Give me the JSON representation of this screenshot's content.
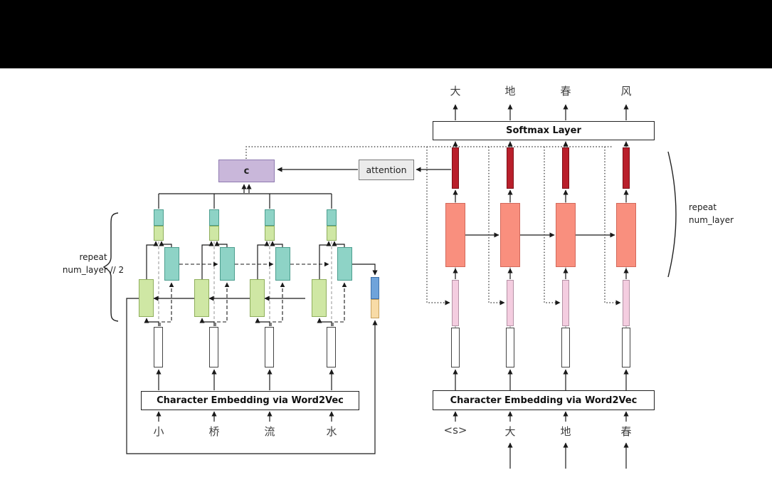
{
  "encoder": {
    "input_chars": [
      "小",
      "桥",
      "流",
      "水"
    ],
    "embedding_label": "Character Embedding via Word2Vec",
    "repeat_label": [
      "repeat",
      "num_layer // 2"
    ],
    "context_label": "c",
    "attention_label": "attention"
  },
  "decoder": {
    "output_chars": [
      "大",
      "地",
      "春",
      "风"
    ],
    "input_chars": [
      "<s>",
      "大",
      "地",
      "春"
    ],
    "softmax_label": "Softmax Layer",
    "embedding_label": "Character Embedding via Word2Vec",
    "repeat_label": [
      "repeat",
      "num_layer"
    ]
  },
  "colors": {
    "encoder_forward_cell": "#cfe7a4",
    "encoder_backward_cell": "#8ed3c6",
    "decoder_cell": "#f98f7e",
    "decoder_output_state": "#b91f2b",
    "decoder_input_vector": "#f4cde0",
    "context_vector": "#c9b7da",
    "attention_box": "#ebebeb",
    "init_state_top": "#6fa3da",
    "init_state_bottom": "#f8dba6",
    "embedding_vector": "#ffffff"
  }
}
